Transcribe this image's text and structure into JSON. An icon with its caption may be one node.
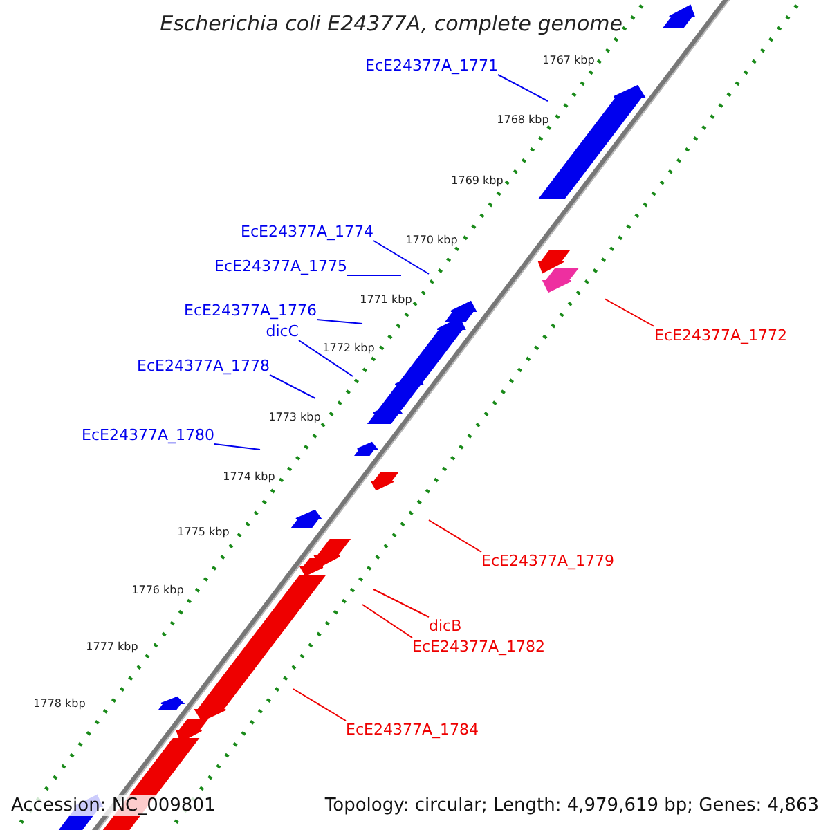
{
  "diagram": {
    "title": "Escherichia coli E24377A, complete genome",
    "nodes": [
      {
        "text": [
          "EcE24377A_1771"
        ]
      },
      {
        "text": [
          "EcE24377A_1774"
        ]
      },
      {
        "text": [
          "EcE24377A_1775"
        ]
      },
      {
        "text": [
          "EcE24377A_1776"
        ]
      },
      {
        "text": [
          "dicC"
        ]
      },
      {
        "text": [
          "EcE24377A_1778"
        ]
      },
      {
        "text": [
          "EcE24377A_1780"
        ]
      },
      {
        "text": [
          "EcE24377A_1772"
        ]
      },
      {
        "text": [
          "EcE24377A_1779"
        ]
      },
      {
        "text": [
          "dicB"
        ]
      },
      {
        "text": [
          "EcE24377A_1782"
        ]
      },
      {
        "text": [
          "EcE24377A_1784"
        ]
      }
    ],
    "edges": [
      {
        "from": 0,
        "to": null,
        "arrow": "none"
      },
      {
        "from": 1,
        "to": null,
        "arrow": "none"
      },
      {
        "from": 2,
        "to": null,
        "arrow": "none"
      },
      {
        "from": 3,
        "to": null,
        "arrow": "none"
      },
      {
        "from": 4,
        "to": null,
        "arrow": "none"
      },
      {
        "from": 5,
        "to": null,
        "arrow": "none"
      },
      {
        "from": 6,
        "to": null,
        "arrow": "none"
      },
      {
        "from": 7,
        "to": null,
        "arrow": "none",
        "color": "#ee0000"
      },
      {
        "from": 8,
        "to": null,
        "arrow": "none",
        "color": "#ee0000"
      },
      {
        "from": 9,
        "to": null,
        "arrow": "none",
        "color": "#ee0000"
      },
      {
        "from": 10,
        "to": null,
        "arrow": "none",
        "color": "#ee0000"
      },
      {
        "from": 11,
        "to": null,
        "arrow": "none",
        "color": "#ee0000"
      }
    ],
    "labels": [
      "1767 kbp",
      "1768 kbp",
      "1769 kbp",
      "1770 kbp",
      "1771 kbp",
      "1772 kbp",
      "1773 kbp",
      "1774 kbp",
      "1775 kbp",
      "1776 kbp",
      "1777 kbp",
      "1778 kbp",
      "Accession: NC_009801",
      "Topology: circular; Length: 4,979,619 bp; Genes: 4,863"
    ]
  }
}
